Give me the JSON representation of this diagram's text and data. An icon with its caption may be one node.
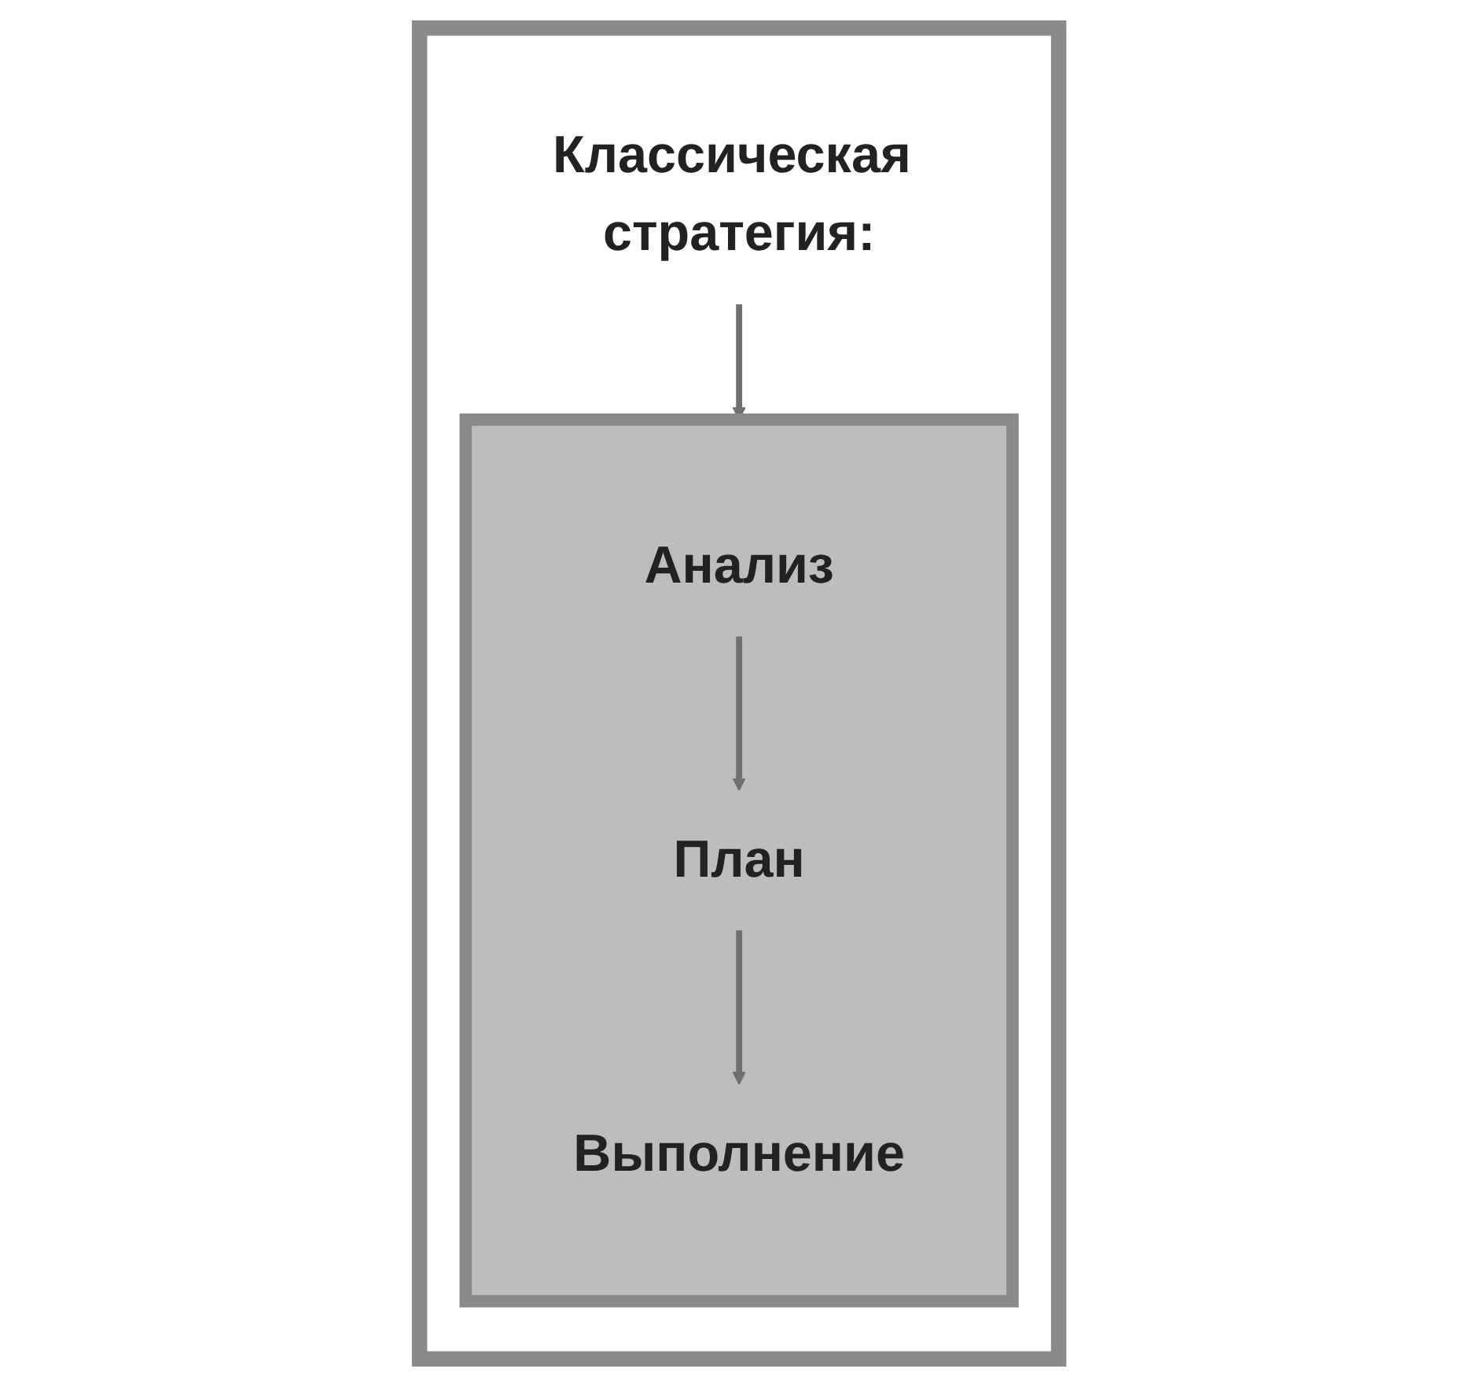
{
  "diagram": {
    "nodes": [
      {
        "text": [],
        "shape": "box"
      },
      {
        "text": [
          "Классическая стратегия:"
        ],
        "in": 0
      },
      {
        "text": [],
        "shape": "box",
        "in": 0
      },
      {
        "text": [
          "Анализ"
        ],
        "in": 2
      },
      {
        "text": [
          "План"
        ],
        "in": 2
      },
      {
        "text": [
          "Выполнение"
        ],
        "in": 2
      }
    ],
    "edges": [
      {
        "from": 1,
        "to": 2,
        "arrow": "to"
      },
      {
        "from": 3,
        "to": 4,
        "arrow": "to"
      },
      {
        "from": 4,
        "to": 5,
        "arrow": "to"
      }
    ]
  }
}
